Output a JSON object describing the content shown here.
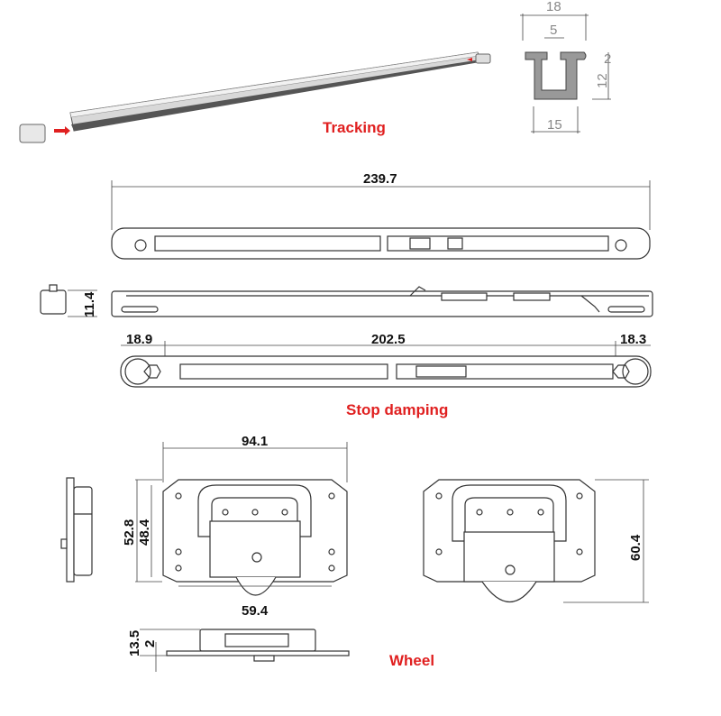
{
  "labels": {
    "tracking": "Tracking",
    "stop_damping": "Stop damping",
    "wheel": "Wheel"
  },
  "profile_dims": {
    "width_top": "18",
    "gap": "5",
    "height": "12",
    "lip": "2",
    "width_bottom": "15"
  },
  "rail_dims": {
    "length": "239.7",
    "height": "11.4",
    "left": "18.9",
    "middle": "202.5",
    "right": "18.3"
  },
  "wheel_dims": {
    "width": "94.1",
    "height_outer": "52.8",
    "height_inner": "48.4",
    "hole_spacing": "59.4",
    "height_back": "60.4",
    "thickness": "13.5",
    "plate": "2"
  },
  "colors": {
    "label": "#e02020",
    "arrow": "#e02020"
  }
}
